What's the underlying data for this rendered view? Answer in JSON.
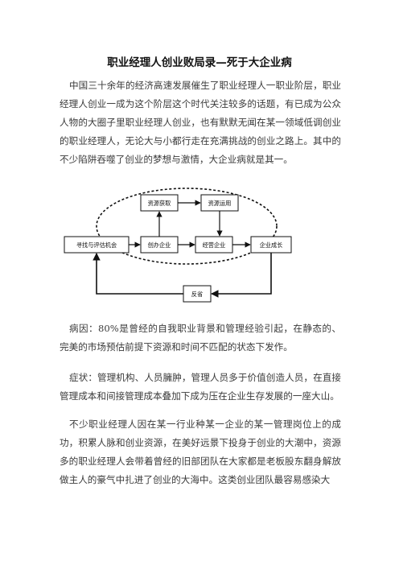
{
  "title": "职业经理人创业败局录—死于大企业病",
  "paragraphs": [
    "中国三十余年的经济高速发展催生了职业经理人一职业阶层，职业经理人创业一成为这个阶层这个时代关注较多的话题，有已成为公众人物的大圈子里职业经理人创业，也有默默无闻在某一领域低调创业的职业经理人，无论大与小都行走在充满挑战的创业之路上。其中的不少陷阱吞噬了创业的梦想与激情，大企业病就是其一。",
    "病因：80%是曾经的自我职业背景和管理经验引起，在静态的、完美的市场预估前提下资源和时间不匹配的状态下发作。",
    "症状：管理机构、人员臃肿，管理人员多于价值创造人员，在直接管理成本和间接管理成本叠加下成为压在企业生存发展的一座大山。",
    "不少职业经理人因在某一行业种某一企业的某一管理岗位上的成功，积累人脉和创业资源，在美好远景下投身于创业的大潮中，资源多的职业经理人会带着曾经的旧部团队在大家都是老板股东翻身解放做主人的豪气中扎进了创业的大海中。这类创业团队最容易感染大"
  ],
  "diagram": {
    "boxes": {
      "seek": "寻找与评估机会",
      "acquire": "资源获取",
      "apply": "资源运用",
      "found": "创办企业",
      "operate": "经营企业",
      "growth": "企业成长",
      "feedback": "反省"
    }
  }
}
